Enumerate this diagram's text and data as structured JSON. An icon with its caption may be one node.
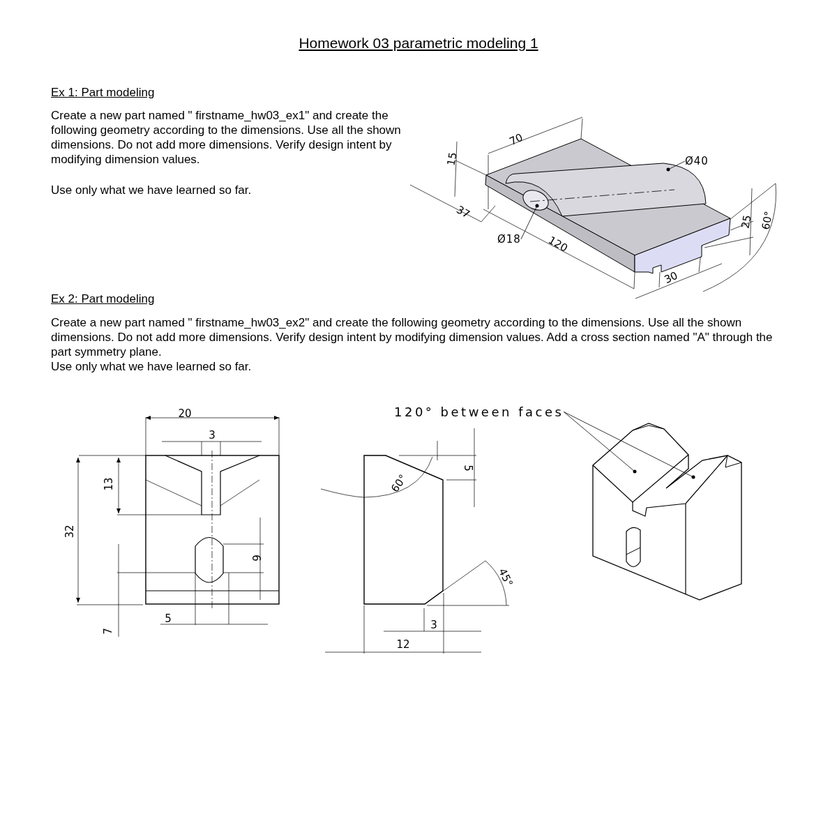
{
  "diagram": {
    "title": "Homework 03 parametric modeling 1",
    "nodes": [
      {
        "text": [
          "Ø40"
        ]
      },
      {
        "text": [
          "Ø18"
        ]
      },
      {
        "text": [
          "120° between faces"
        ]
      }
    ],
    "edges": [
      {
        "from": 0,
        "to": null,
        "arrow": "other"
      },
      {
        "from": 1,
        "to": null,
        "arrow": "other"
      },
      {
        "from": 2,
        "to": null,
        "arrow": "other"
      },
      {
        "from": 2,
        "to": null,
        "arrow": "other"
      }
    ],
    "labels": [
      "Ex 1: Part modeling",
      "Create a new part named \" firstname_hw03_ex1\" and create the following geometry according to the dimensions. Use all the shown dimensions. Do not add more dimensions. Verify design intent by modifying dimension values.",
      "Use only what we have learned so far.",
      "70",
      "15",
      "37",
      "120",
      "25",
      "60°",
      "30",
      "Ex 2: Part modeling",
      "Create a new part named \" firstname_hw03_ex2\" and create the following geometry according to the dimensions. Use all the shown dimensions. Do not add more dimensions. Verify design intent by modifying dimension values. Add a cross section named \"A\" through the part symmetry plane.",
      "Use only what we have learned so far.",
      "20",
      "3",
      "13",
      "32",
      "6",
      "5",
      "7",
      "60°",
      "5",
      "45°",
      "3",
      "12"
    ]
  }
}
